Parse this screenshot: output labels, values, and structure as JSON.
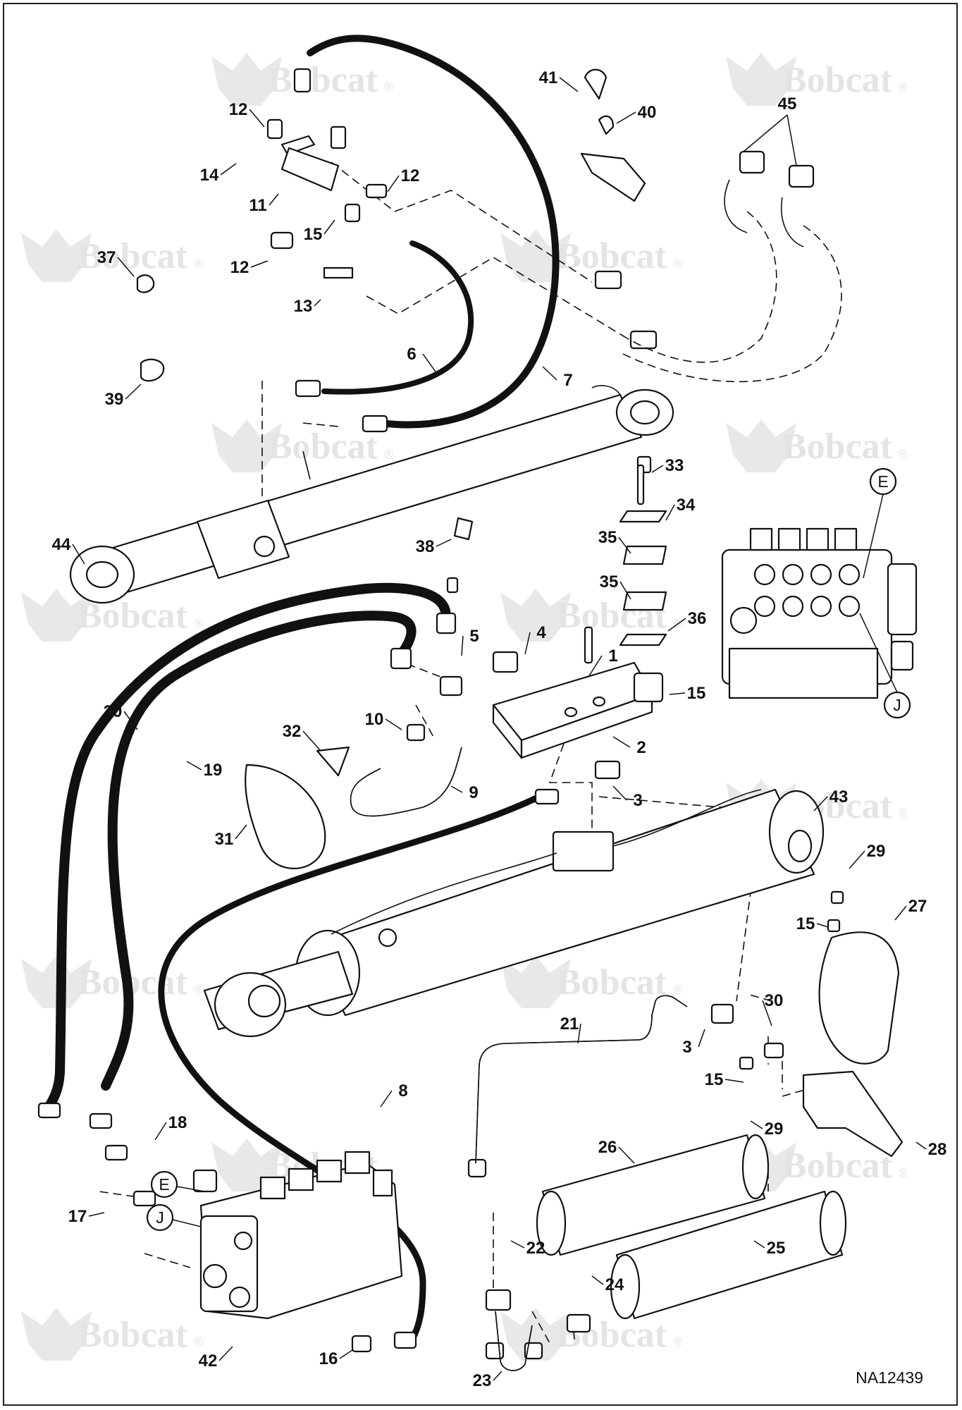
{
  "watermark": {
    "brand": "Bobcat",
    "registered": "®"
  },
  "drawing_code": "NA12439",
  "detail_refs": [
    "E",
    "J"
  ],
  "part_numbers": [
    "1",
    "2",
    "3",
    "4",
    "5",
    "6",
    "7",
    "8",
    "9",
    "10",
    "11",
    "12",
    "13",
    "14",
    "15",
    "16",
    "17",
    "18",
    "19",
    "20",
    "21",
    "22",
    "23",
    "24",
    "25",
    "26",
    "27",
    "28",
    "29",
    "30",
    "31",
    "32",
    "33",
    "34",
    "35",
    "36",
    "37",
    "38",
    "39",
    "40",
    "41",
    "42",
    "43",
    "44",
    "45"
  ],
  "callouts": [
    {
      "n": "1",
      "text": "1"
    },
    {
      "n": "2",
      "text": "2"
    },
    {
      "n": "3a",
      "text": "3"
    },
    {
      "n": "3b",
      "text": "3"
    },
    {
      "n": "4",
      "text": "4"
    },
    {
      "n": "5",
      "text": "5"
    },
    {
      "n": "6",
      "text": "6"
    },
    {
      "n": "7",
      "text": "7"
    },
    {
      "n": "8",
      "text": "8"
    },
    {
      "n": "9",
      "text": "9"
    },
    {
      "n": "10",
      "text": "10"
    },
    {
      "n": "11",
      "text": "11"
    },
    {
      "n": "12a",
      "text": "12"
    },
    {
      "n": "12b",
      "text": "12"
    },
    {
      "n": "12c",
      "text": "12"
    },
    {
      "n": "13",
      "text": "13"
    },
    {
      "n": "14",
      "text": "14"
    },
    {
      "n": "15a",
      "text": "15"
    },
    {
      "n": "15b",
      "text": "15"
    },
    {
      "n": "15c",
      "text": "15"
    },
    {
      "n": "15d",
      "text": "15"
    },
    {
      "n": "16",
      "text": "16"
    },
    {
      "n": "17",
      "text": "17"
    },
    {
      "n": "18",
      "text": "18"
    },
    {
      "n": "19",
      "text": "19"
    },
    {
      "n": "20",
      "text": "20"
    },
    {
      "n": "21",
      "text": "21"
    },
    {
      "n": "22",
      "text": "22"
    },
    {
      "n": "23",
      "text": "23"
    },
    {
      "n": "24",
      "text": "24"
    },
    {
      "n": "25",
      "text": "25"
    },
    {
      "n": "26",
      "text": "26"
    },
    {
      "n": "27",
      "text": "27"
    },
    {
      "n": "28",
      "text": "28"
    },
    {
      "n": "29a",
      "text": "29"
    },
    {
      "n": "29b",
      "text": "29"
    },
    {
      "n": "30",
      "text": "30"
    },
    {
      "n": "31",
      "text": "31"
    },
    {
      "n": "32",
      "text": "32"
    },
    {
      "n": "33",
      "text": "33"
    },
    {
      "n": "34",
      "text": "34"
    },
    {
      "n": "35a",
      "text": "35"
    },
    {
      "n": "35b",
      "text": "35"
    },
    {
      "n": "36",
      "text": "36"
    },
    {
      "n": "37",
      "text": "37"
    },
    {
      "n": "38",
      "text": "38"
    },
    {
      "n": "39",
      "text": "39"
    },
    {
      "n": "40",
      "text": "40"
    },
    {
      "n": "41",
      "text": "41"
    },
    {
      "n": "42",
      "text": "42"
    },
    {
      "n": "43",
      "text": "43"
    },
    {
      "n": "44",
      "text": "44"
    },
    {
      "n": "45",
      "text": "45"
    }
  ]
}
